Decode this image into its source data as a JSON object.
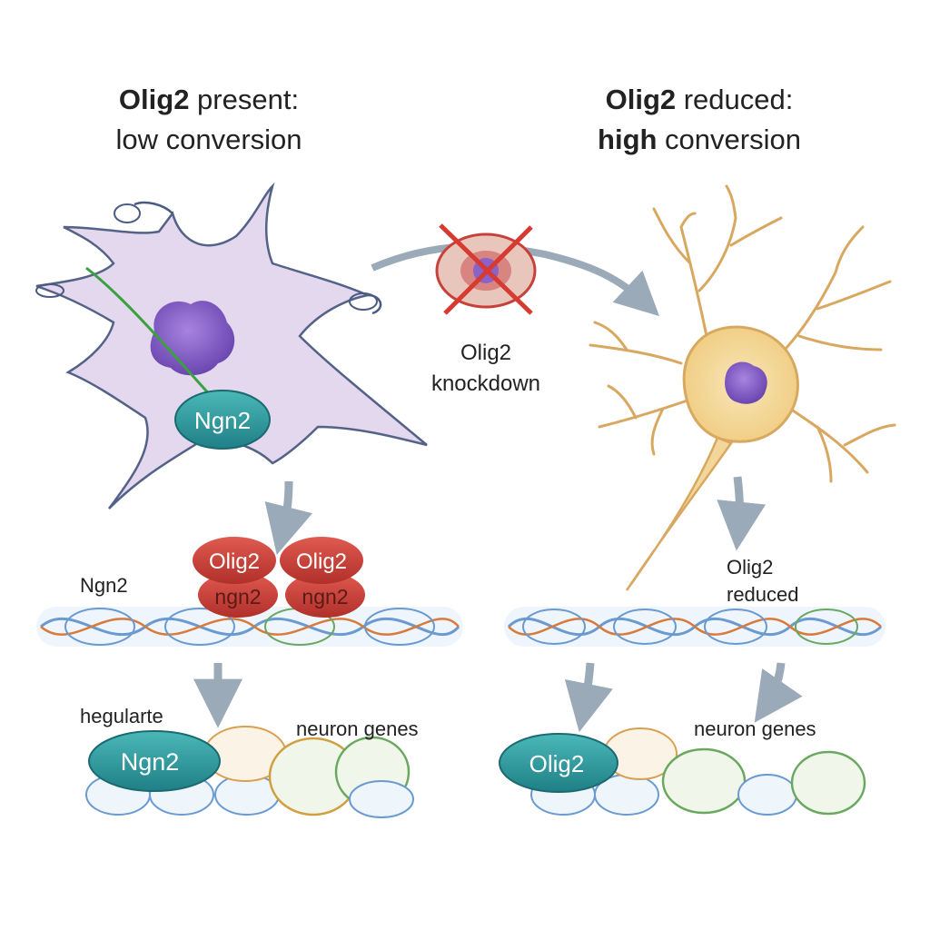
{
  "titles": {
    "left": {
      "bold": "Olig2",
      "rest_line1": " present:",
      "line2": "low conversion"
    },
    "right": {
      "bold_line1": "Olig2",
      "rest_line1": " reduced:",
      "bold_line2": "high",
      "rest_line2": " conversion"
    }
  },
  "labels": {
    "left_cell_protein": "Ngn2",
    "left_dna_label": "Ngn2",
    "olig2_protein_1": "Olig2",
    "olig2_protein_2": "Olig2",
    "ngn2_under_1": "ngn2",
    "ngn2_under_2": "ngn2",
    "left_bottom_left": "hegularte",
    "left_bottom_right": "neuron genes",
    "left_bottom_protein": "Ngn2",
    "knockdown_line1": "Olig2",
    "knockdown_line2": "knockdown",
    "right_reduced_line1": "Olig2",
    "right_reduced_line2": "reduced",
    "right_bottom_right": "neuron genes",
    "right_bottom_protein": "Olig2"
  },
  "colors": {
    "glia_fill": "#e2d6ee",
    "glia_stroke": "#4a5a80",
    "nucleus": "#8a62c8",
    "neuron_fill": "#f3d79a",
    "neuron_stroke": "#d8a860",
    "olig2_red": "#c8403a",
    "ngn2_teal": "#2a9a9a",
    "arrow": "#9aaab8",
    "dna_blue": "#6a9ad0"
  }
}
